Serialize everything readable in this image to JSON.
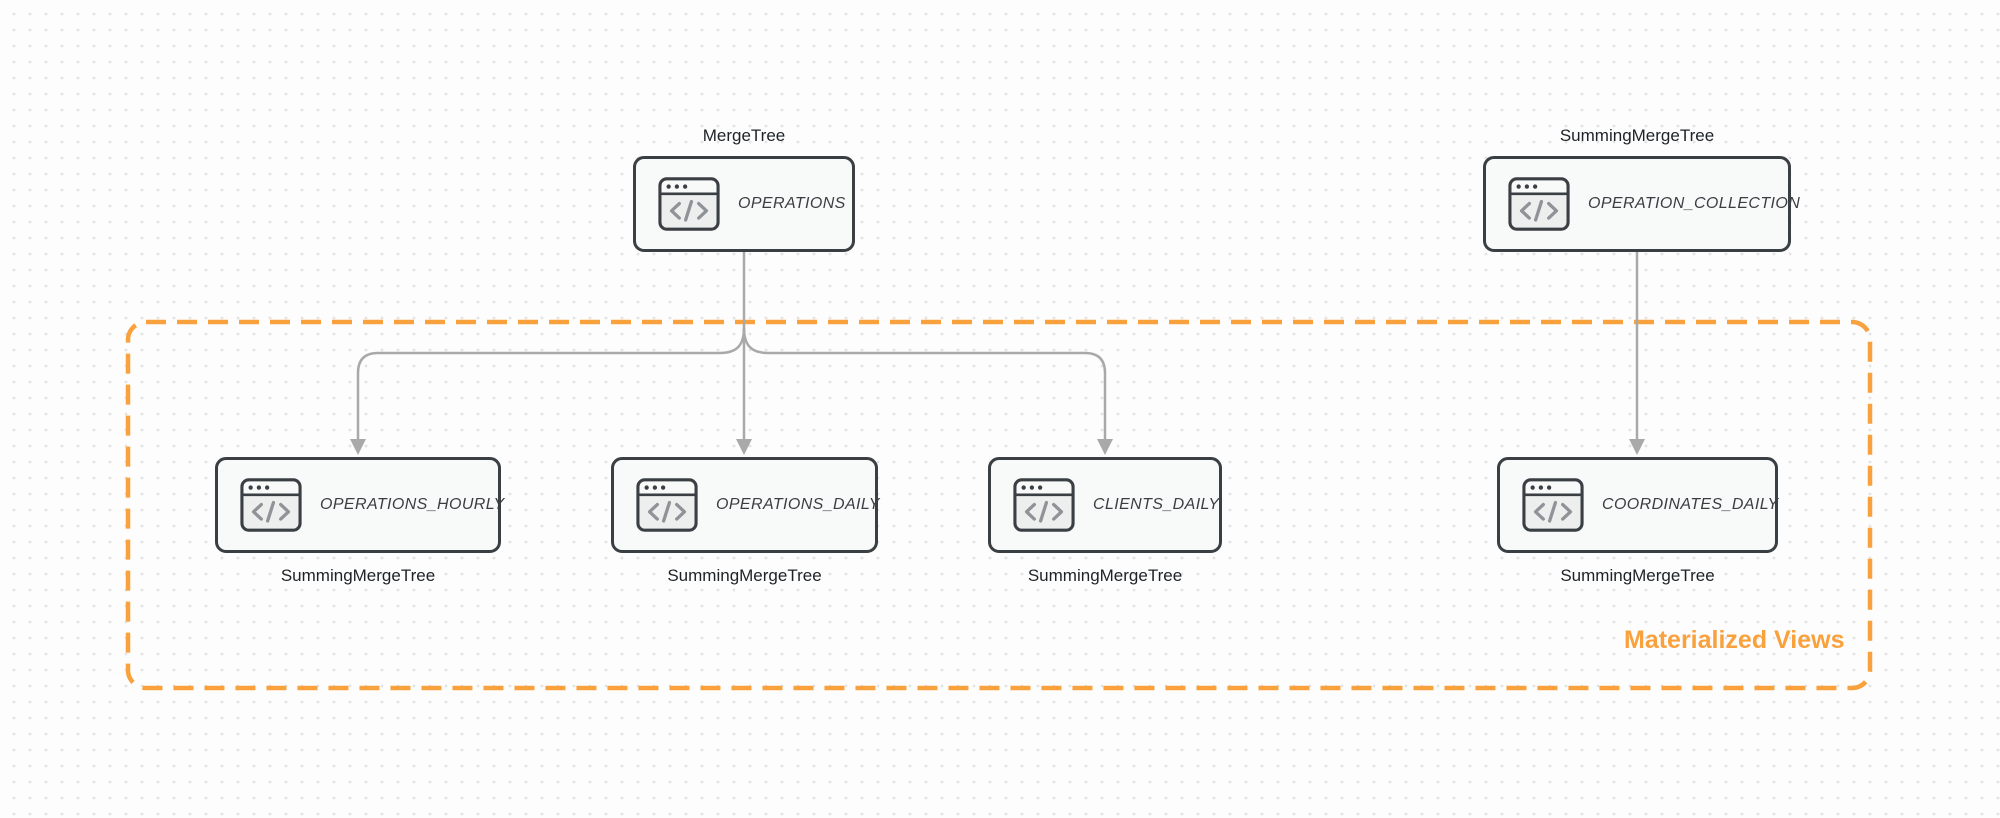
{
  "colors": {
    "background": "#FDFDFD",
    "dot_grid": "#E3E3E3",
    "accent_orange": "#F9A13C",
    "node_border": "#3A3F44",
    "node_fill": "#F8F9F9",
    "arrow_gray": "#A9A9A9",
    "engine_text": "#1E2226",
    "table_text": "#3A3E42"
  },
  "group": {
    "label": "Materialized Views"
  },
  "nodes": [
    {
      "id": "operations",
      "table": "OPERATIONS",
      "engine": "MergeTree",
      "engine_position": "top",
      "icon": "code-window-icon"
    },
    {
      "id": "operation-collection",
      "table": "OPERATION_COLLECTION",
      "engine": "SummingMergeTree",
      "engine_position": "top",
      "icon": "code-window-icon"
    },
    {
      "id": "operations-hourly",
      "table": "OPERATIONS_HOURLY",
      "engine": "SummingMergeTree",
      "engine_position": "bottom",
      "icon": "code-window-icon"
    },
    {
      "id": "operations-daily",
      "table": "OPERATIONS_DAILY",
      "engine": "SummingMergeTree",
      "engine_position": "bottom",
      "icon": "code-window-icon"
    },
    {
      "id": "clients-daily",
      "table": "CLIENTS_DAILY",
      "engine": "SummingMergeTree",
      "engine_position": "bottom",
      "icon": "code-window-icon"
    },
    {
      "id": "coordinates-daily",
      "table": "COORDINATES_DAILY",
      "engine": "SummingMergeTree",
      "engine_position": "bottom",
      "icon": "code-window-icon"
    }
  ],
  "edges": [
    {
      "from": "operations",
      "to": "operations-hourly"
    },
    {
      "from": "operations",
      "to": "operations-daily"
    },
    {
      "from": "operations",
      "to": "clients-daily"
    },
    {
      "from": "operation-collection",
      "to": "coordinates-daily"
    }
  ]
}
